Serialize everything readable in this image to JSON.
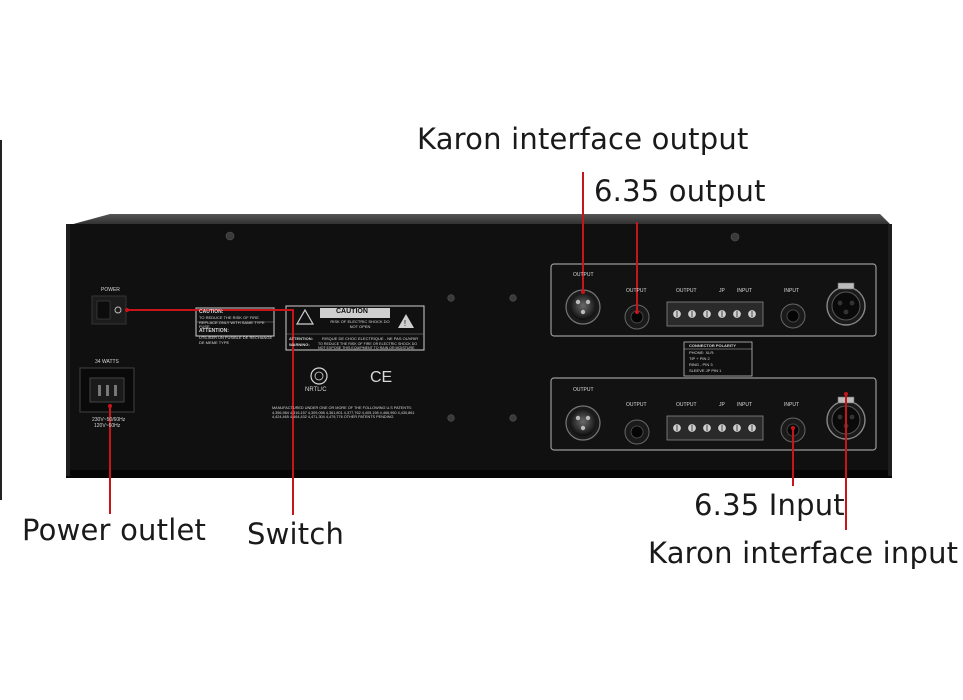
{
  "callouts": {
    "karon_output": "Karon interface output",
    "output_635": "6.35 output",
    "input_635": "6.35 Input",
    "karon_input": "Karon interface input",
    "power_outlet": "Power outlet",
    "switch": "Switch"
  },
  "panel": {
    "power_label": "POWER",
    "watts_label": "34 WATTS",
    "voltage_1": "230V~50/60Hz",
    "voltage_2": "120V~60Hz",
    "caution_1_title": "CAUTION:",
    "caution_1_text": "TO REDUCE THE RISK OF FIRE REPLACE ONLY WITH SAME TYPE FUSE.",
    "attention_1_title": "ATTENTION:",
    "attention_1_text": "UTILISER UN FUSIBLE DE RECHANGE DE MEME TYPE",
    "caution_2_title": "CAUTION",
    "caution_2_sub": "RISK OF ELECTRIC SHOCK DO NOT OPEN",
    "attention_2_title": "ATTENTION:",
    "attention_2_text": "RISQUE DE CHOC ELECTRIQUE - NE PAS OUVRIR",
    "warning_title": "WARNING:",
    "warning_text": "TO REDUCE THE RISK OF FIRE OR ELECTRIC SHOCK DO NOT EXPOSE THIS EQUIPMENT TO RAIN OR MOISTURE",
    "cert_mark": "NRTL/C",
    "ce_mark": "CE",
    "patents": "MANUFACTURED UNDER ONE OR MORE OF THE FOLLOWING U.S PATENTS: 4,356,984 4,316,157 4,309,098 4,361,801 4,377,762 4,405,198 4,466,950 4,430,861 4,424,465 4,464,432 4,471,304 4,479,776 OTHER PATENTS PENDING",
    "output_label": "OUTPUT",
    "input_label": "INPUT",
    "jp_label": "JP",
    "connector_polarity": "CONNECTOR POLARITY",
    "polarity_head": "PHONE: XLR:",
    "polarity_tip": "TIP + PIN 2",
    "polarity_ring": "RING - PIN 3",
    "polarity_sleeve": "SLEEVE JP PIN 1"
  }
}
